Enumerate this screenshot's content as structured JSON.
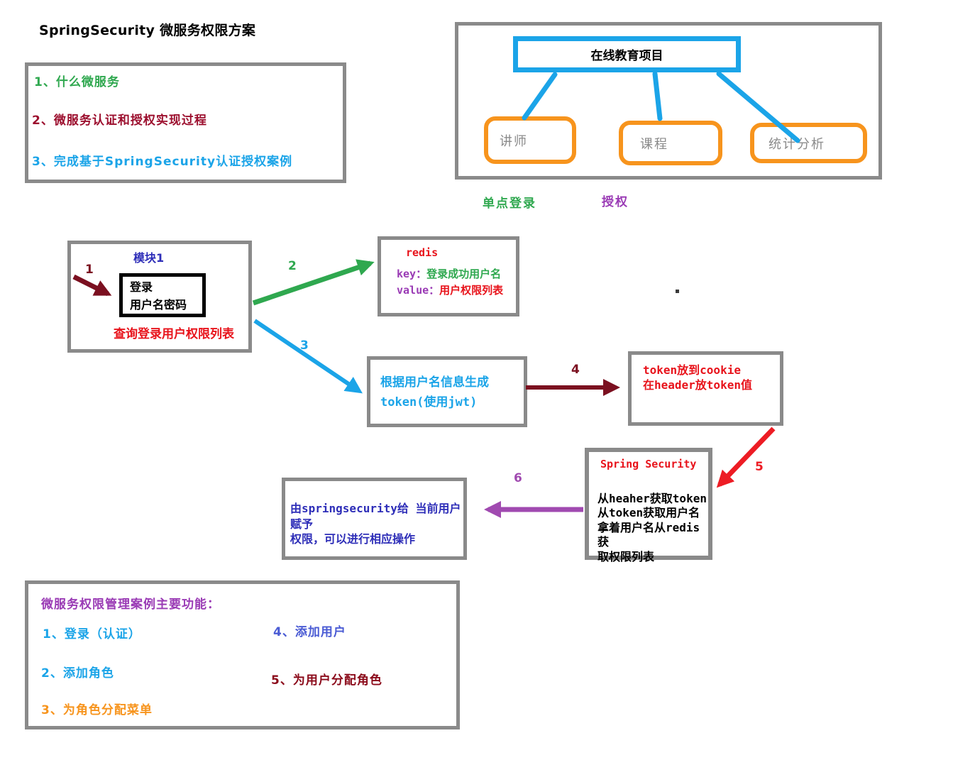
{
  "page": {
    "title": "SpringSecurity 微服务权限方案"
  },
  "topics": {
    "items": [
      "1、什么微服务",
      "2、微服务认证和授权实现过程",
      "3、完成基于SpringSecurity认证授权案例"
    ]
  },
  "project": {
    "root": "在线教育项目",
    "children": [
      "讲师",
      "课程",
      "统计分析"
    ],
    "sso_label": "单点登录",
    "auth_label": "授权"
  },
  "flow": {
    "module1": {
      "title": "模块1",
      "login": "登录\n用户名密码",
      "caption": "查询登录用户权限列表"
    },
    "redis": {
      "title": "redis",
      "key_label": "key：",
      "key_value": "登录成功用户名",
      "value_label": "value：",
      "value_value": "用户权限列表"
    },
    "token": {
      "text": "根据用户名信息生成\ntoken(使用jwt)"
    },
    "cookie": {
      "text": "token放到cookie\n在header放token值"
    },
    "security": {
      "title": "Spring Security",
      "body": "从heaher获取token\n从token获取用户名\n拿着用户名从redis获\n取权限列表"
    },
    "assign": {
      "text": "由springsecurity给 当前用户赋予\n权限，可以进行相应操作"
    },
    "steps": [
      "1",
      "2",
      "3",
      "4",
      "5",
      "6"
    ]
  },
  "features": {
    "title": "微服务权限管理案例主要功能：",
    "left": [
      "1、登录（认证）",
      "2、添加角色",
      "3、为角色分配菜单"
    ],
    "right": [
      "4、添加用户",
      "5、为用户分配角色"
    ]
  },
  "colors": {
    "border_gray": "#8a8a8a",
    "blue": "#1ba4e8",
    "orange": "#f7941d",
    "green": "#2fa84f",
    "purple": "#9a3bb5",
    "dark_red": "#7b1020",
    "bright_red": "#ed1c24",
    "text_red": "#e8131b",
    "navy_blue": "#2e2eb8",
    "periwinkle": "#4a5bd4",
    "maroon": "#9c0f2e"
  }
}
